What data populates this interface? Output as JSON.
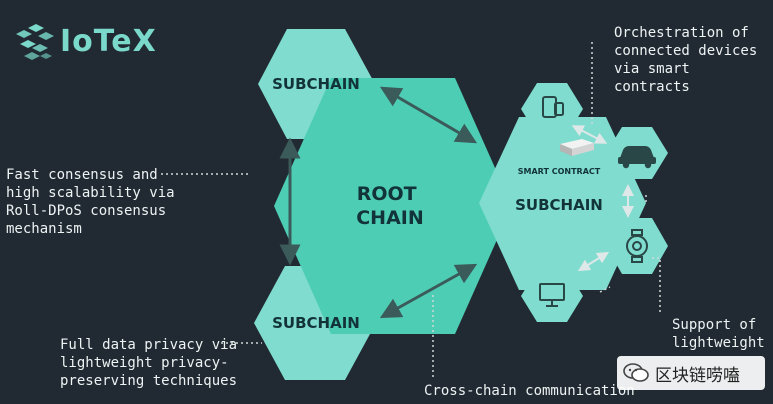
{
  "brand": {
    "name": "IoTeX",
    "logo_icon": "cube-cluster-icon",
    "color": "#7ad9ca"
  },
  "hexes": {
    "root": "ROOT CHAIN",
    "subchain_top": "SUBCHAIN",
    "subchain_bottom": "SUBCHAIN",
    "subchain_right": "SUBCHAIN"
  },
  "smart_contract_label": "SMART CONTRACT",
  "device_icons": [
    "tablet-phone-icon",
    "car-icon",
    "smartwatch-icon",
    "monitor-icon"
  ],
  "annotations": {
    "orchestration": "Orchestration of\nconnected devices\nvia smart contracts",
    "consensus": "Fast consensus and\nhigh scalability via\nRoll-DPoS consensus\nmechanism",
    "privacy": "Full data privacy via\nlightweight privacy-\npreserving techniques",
    "crosschain": "Cross-chain communication",
    "support": "Support of\nlightweight"
  },
  "watermark": {
    "text": "区块链唠嗑",
    "icon": "wechat-icon"
  },
  "colors": {
    "background": "#212a33",
    "hex_light": "#7fdcce",
    "hex_root": "#4ecdb5",
    "arrow": "#3b5a5a",
    "text": "#eef3f3"
  }
}
